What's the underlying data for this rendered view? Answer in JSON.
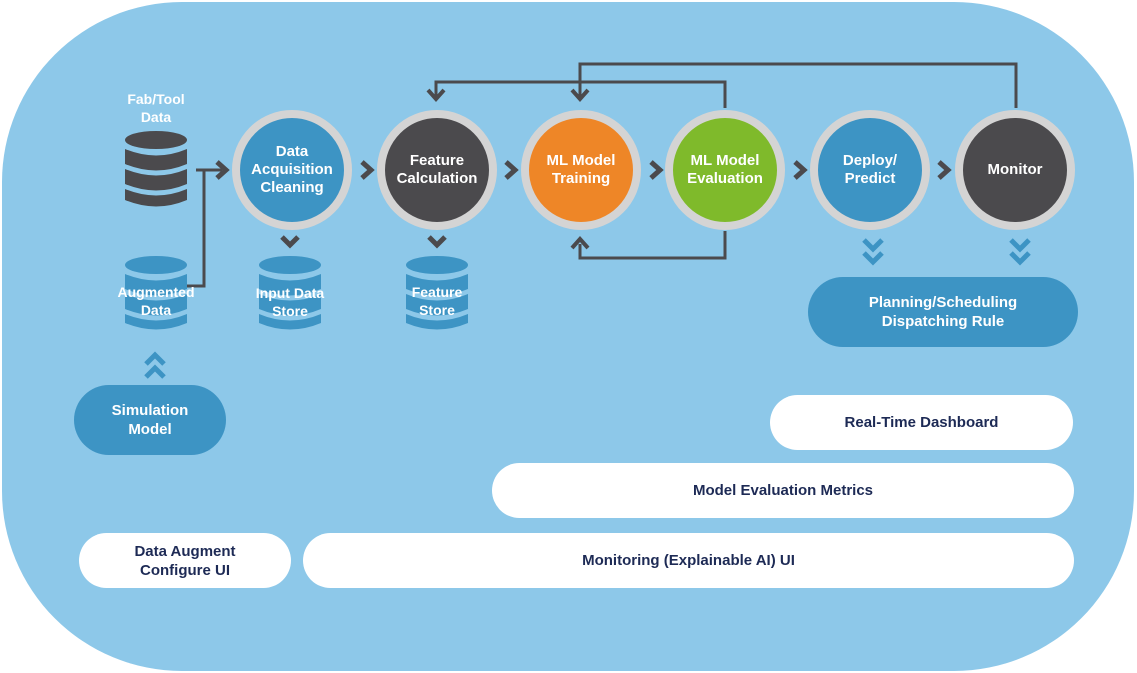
{
  "colors": {
    "panel": "#8dc8e9",
    "blue": "#3d94c4",
    "dark": "#4b4a4d",
    "orange": "#ee8627",
    "green": "#7fba2b",
    "ring": "#d4d4d4",
    "arrow": "#4b4a4d",
    "white_pill_text": "#1d2a55"
  },
  "sources": {
    "fab_tool": "Fab/Tool\nData",
    "augmented": "Augmented\nData"
  },
  "pipeline": {
    "acquisition": "Data\nAcquisition\nCleaning",
    "feature": "Feature\nCalculation",
    "training": "ML Model\nTraining",
    "evaluation": "ML Model\nEvaluation",
    "deploy": "Deploy/\nPredict",
    "monitor": "Monitor"
  },
  "stores": {
    "input": "Input Data\nStore",
    "feature": "Feature\nStore"
  },
  "blue_pills": {
    "simulation": "Simulation\nModel",
    "planning": "Planning/Scheduling\nDispatching Rule"
  },
  "ui_pills": {
    "dashboard": "Real-Time Dashboard",
    "metrics": "Model Evaluation Metrics",
    "augment": "Data Augment\nConfigure UI",
    "monitoring": "Monitoring (Explainable AI) UI"
  }
}
